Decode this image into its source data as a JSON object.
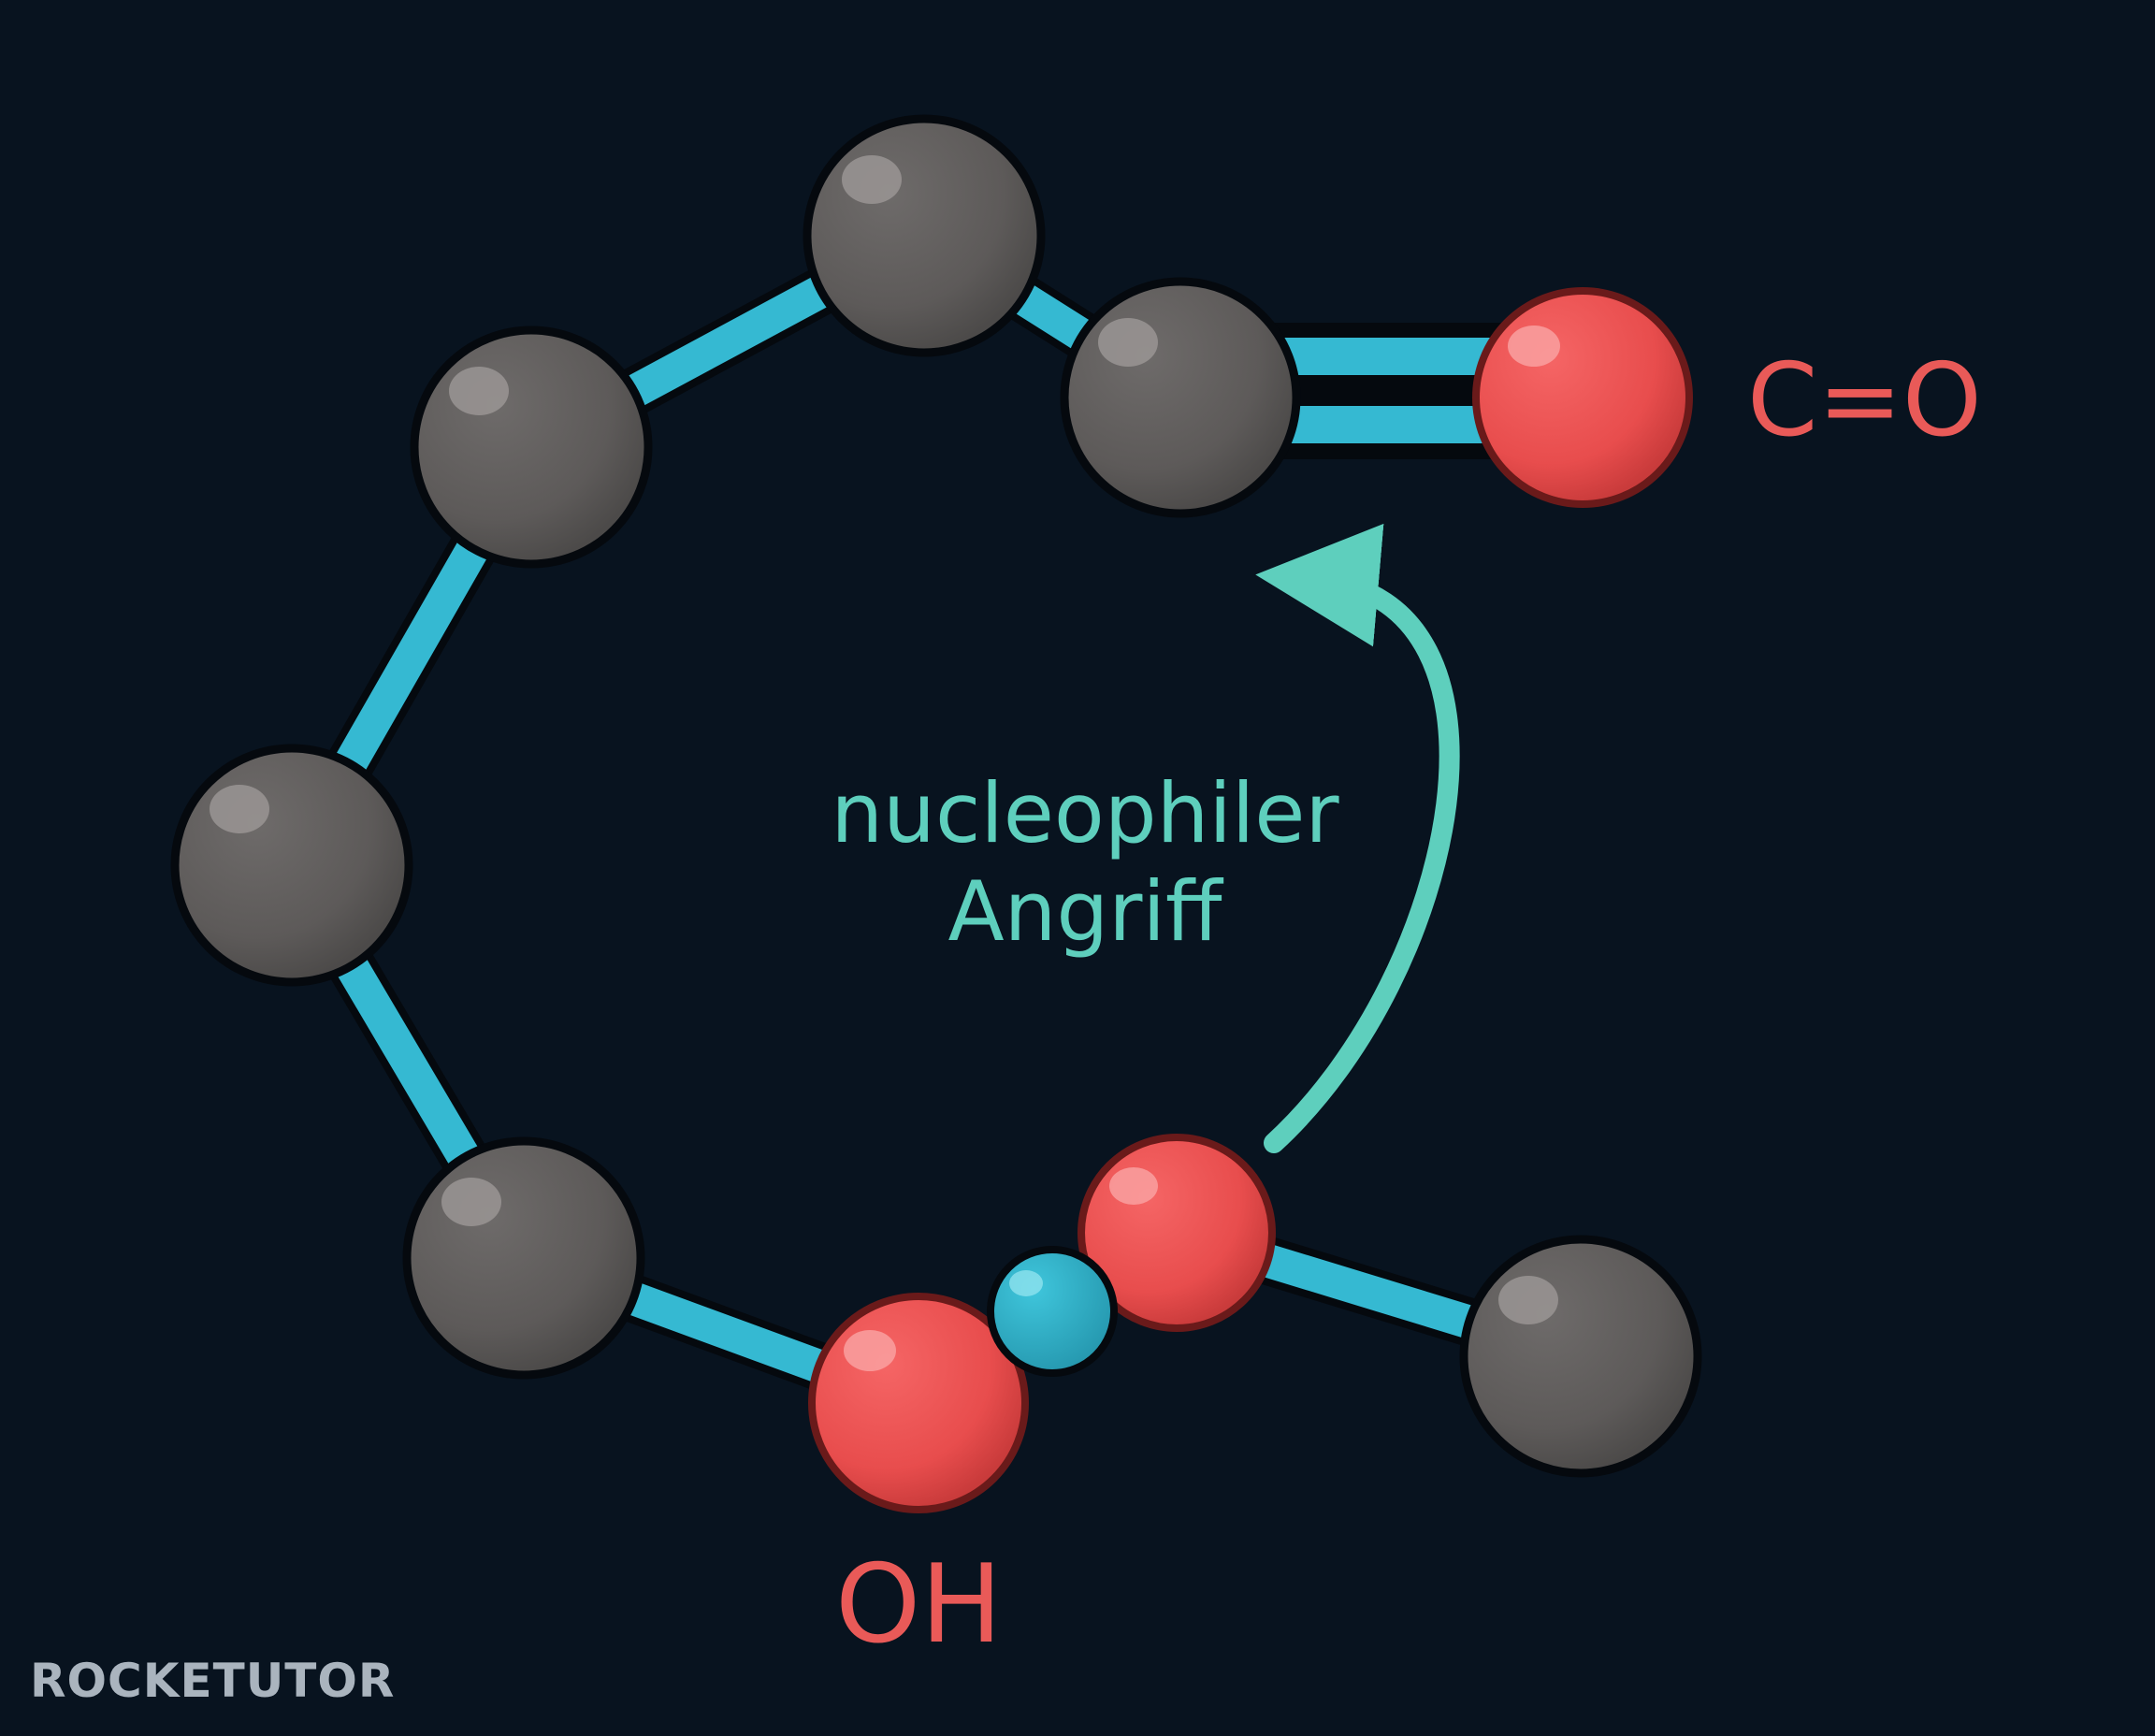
{
  "labels": {
    "carbonyl": "C=O",
    "hydroxyl": "OH",
    "annotation_line1": "nucleophiler",
    "annotation_line2": "Angriff"
  },
  "logo": {
    "text": "ROCKETUTOR"
  },
  "colors": {
    "background": "#08131f",
    "bond": "#35b9d2",
    "carbon": "#5c5a59",
    "oxygen": "#ea4e4e",
    "hydrogen": "#2fb4cc",
    "arrow": "#5ecfbd",
    "label_red": "#e95a58",
    "label_teal": "#5ecfbd",
    "logo": "#aab4be"
  }
}
